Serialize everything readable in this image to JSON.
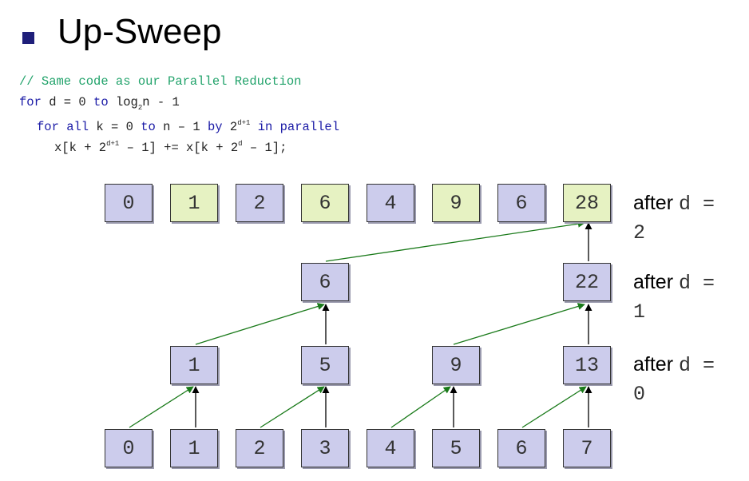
{
  "title": "Up-Sweep",
  "code": {
    "line1": "// Same code as our Parallel Reduction",
    "line2": {
      "for": "for",
      "a": " d = 0 ",
      "to": "to",
      "b": " log",
      "sub": "2",
      "c": "n - 1"
    },
    "line3": {
      "for": "for all",
      "a": " k = 0 ",
      "to": "to",
      "b": " n – 1 ",
      "by": "by",
      "c": " 2",
      "sup": "d+1",
      "in": " in parallel"
    },
    "line4": {
      "a": "x[k + 2",
      "sup1": "d+1",
      "b": " – 1] += x[k + 2",
      "sup2": "d",
      "c": " – 1];"
    }
  },
  "rows": {
    "d2": [
      "0",
      "1",
      "2",
      "6",
      "4",
      "9",
      "6",
      "28"
    ],
    "d1": [
      "6",
      "22"
    ],
    "d0": [
      "1",
      "5",
      "9",
      "13"
    ],
    "input": [
      "0",
      "1",
      "2",
      "3",
      "4",
      "5",
      "6",
      "7"
    ]
  },
  "labels": {
    "after": "after",
    "d_eq": "d =",
    "v2": "2",
    "v1": "1",
    "v0": "0"
  },
  "colors": {
    "box_default": "#ccccec",
    "box_updated": "#e6f2c2",
    "arrow_green": "#1a7a1a",
    "arrow_black": "#000000"
  }
}
